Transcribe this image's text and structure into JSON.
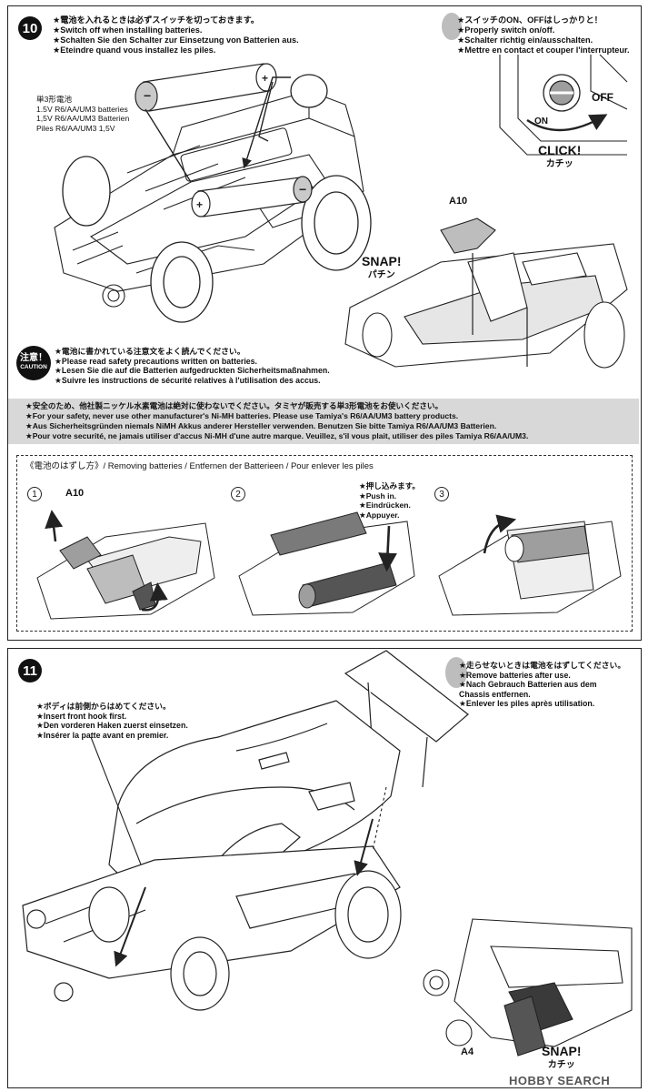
{
  "step10": {
    "number": "10",
    "switch_off_notes": [
      "★電池を入れるときは必ずスイッチを切っておきます。",
      "★Switch off when installing batteries.",
      "★Schalten Sie den Schalter zur Einsetzung von Batterien aus.",
      "★Eteindre quand vous installez les piles."
    ],
    "switch_notes": [
      "★スイッチのON、OFFはしっかりと！",
      "★Properly switch on/off.",
      "★Schalter richtig ein/ausschalten.",
      "★Mettre en contact et couper l'interrupteur."
    ],
    "battery_label": [
      "単3形電池",
      "1.5V R6/AA/UM3 batteries",
      "1,5V R6/AA/UM3 Batterien",
      "Piles R6/AA/UM3 1,5V"
    ],
    "on_label": "ON",
    "off_label": "OFF",
    "click_label": "CLICK!",
    "click_jp": "カチッ",
    "part_a10": "A10",
    "snap_label": "SNAP!",
    "snap_jp": "パチン",
    "caution_jp": "注意！",
    "caution_en": "CAUTION",
    "caution_notes": [
      "★電池に書かれている注意文をよく読んでください。",
      "★Please read safety precautions written on batteries.",
      "★Lesen Sie die auf die Batterien aufgedruckten Sicherheitsmaßnahmen.",
      "★Suivre les instructions de sécurité relatives à l'utilisation des accus."
    ],
    "safety_notes": [
      "★安全のため、他社製ニッケル水素電池は絶対に使わないでください。タミヤが販売する単3形電池をお使いください。",
      "★For your safety, never use other manufacturer's Ni-MH batteries. Please use Tamiya's R6/AA/UM3 battery products.",
      "★Aus Sicherheitsgründen niemals NiMH Akkus anderer Hersteller verwenden. Benutzen Sie bitte Tamiya R6/AA/UM3 Batterien.",
      "★Pour votre securité, ne jamais utiliser d'accus Ni-MH d'une autre marque. Veuillez, s'il vous plait, utiliser des piles Tamiya R6/AA/UM3."
    ]
  },
  "removing": {
    "title": "《電池のはずし方》/ Removing batteries / Entfernen der Batterieen / Pour enlever les piles",
    "steps": [
      "1",
      "2",
      "3"
    ],
    "part_a10": "A10",
    "push_notes": [
      "★押し込みます。",
      "★Push in.",
      "★Eindrücken.",
      "★Appuyer."
    ]
  },
  "step11": {
    "number": "11",
    "body_notes": [
      "★ボディは前側からはめてください。",
      "★Insert front hook first.",
      "★Den vorderen Haken zuerst einsetzen.",
      "★Insérer la patte avant en premier."
    ],
    "remove_notes": [
      "★走らせないときは電池をはずしてください。",
      "★Remove batteries after use.",
      "★Nach Gebrauch Batterien aus dem",
      "Chassis entfernen.",
      "★Enlever les piles après utilisation."
    ],
    "part_a4": "A4",
    "snap_label": "SNAP!",
    "snap_jp": "カチッ"
  },
  "watermark": "HOBBY SEARCH"
}
